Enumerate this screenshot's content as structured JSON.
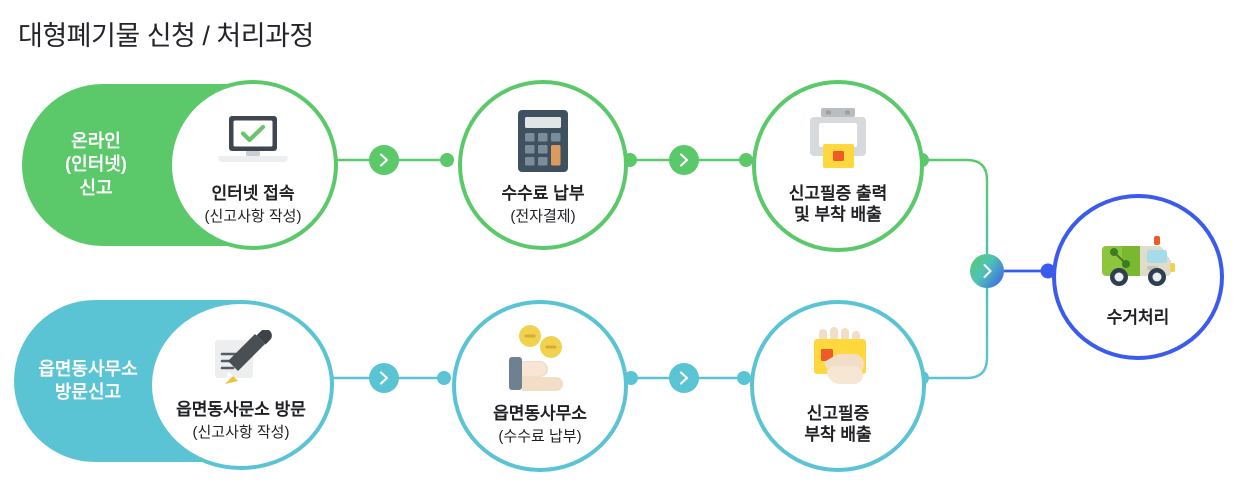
{
  "page": {
    "title": "대형폐기물 신청 / 처리과정"
  },
  "colors": {
    "green": "#5bc96a",
    "teal": "#5bc4d4",
    "blue": "#3b5bee",
    "text": "#1f2023",
    "background": "#ffffff"
  },
  "lanes": [
    {
      "id": "online",
      "label": "온라인\n(인터넷)\n신고",
      "color": "#5bc96a"
    },
    {
      "id": "visit",
      "label": "읍면동사무소\n방문신고",
      "color": "#5bc4d4"
    }
  ],
  "flow": {
    "online_steps": [
      {
        "id": "internet-access",
        "title": "인터넷 접속",
        "subtitle": "(신고사항 작성)",
        "icon": "laptop-check-icon",
        "color": "#5bc96a"
      },
      {
        "id": "fee-payment",
        "title": "수수료 납부",
        "subtitle": "(전자결제)",
        "icon": "calculator-icon",
        "color": "#5bc96a"
      },
      {
        "id": "print-certificate",
        "title": "신고필증 출력\n및 부착 배출",
        "subtitle": "",
        "icon": "printer-icon",
        "color": "#5bc96a"
      }
    ],
    "visit_steps": [
      {
        "id": "visit-office",
        "title": "읍면동사문소 방문",
        "subtitle": "(신고사항 작성)",
        "icon": "pen-document-icon",
        "color": "#5bc4d4"
      },
      {
        "id": "office-fee",
        "title": "읍면동사무소",
        "subtitle": "(수수료 납부)",
        "icon": "hand-coins-icon",
        "color": "#5bc4d4"
      },
      {
        "id": "attach-certificate",
        "title": "신고필증\n부착 배출",
        "subtitle": "",
        "icon": "hand-sticker-icon",
        "color": "#5bc4d4"
      }
    ],
    "final_step": {
      "id": "collection",
      "title": "수거처리",
      "subtitle": "",
      "icon": "garbage-truck-icon",
      "color": "#3b5bee"
    },
    "connector_arrow_glyph": "›"
  }
}
